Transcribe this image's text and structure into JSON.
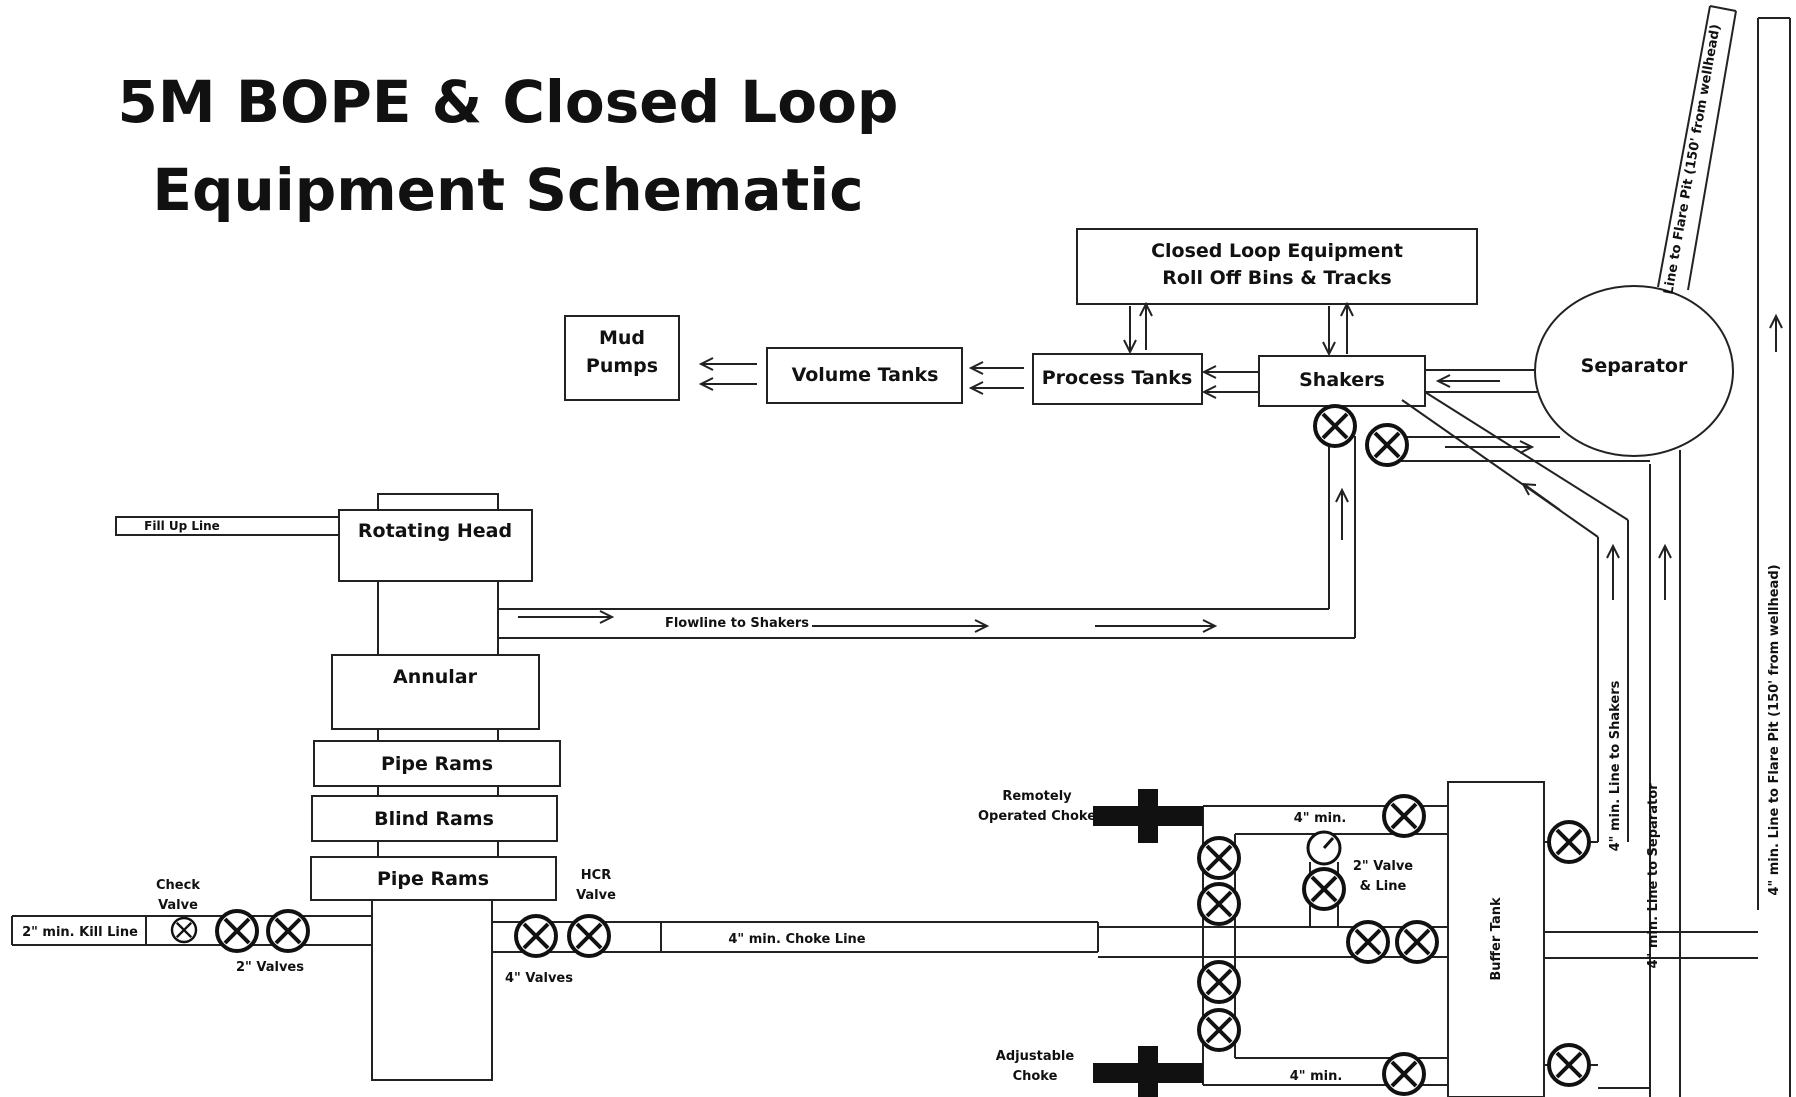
{
  "title": {
    "line1": "5M BOPE & Closed Loop",
    "line2": "Equipment Schematic"
  },
  "equipment": {
    "closed_loop": {
      "line1": "Closed Loop Equipment",
      "line2": "Roll Off Bins & Tracks"
    },
    "mud_pumps": {
      "line1": "Mud",
      "line2": "Pumps"
    },
    "volume_tanks": "Volume Tanks",
    "process_tanks": "Process Tanks",
    "shakers": "Shakers",
    "separator": "Separator",
    "rotating_head": "Rotating Head",
    "annular": "Annular",
    "pipe_rams_upper": "Pipe Rams",
    "blind_rams": "Blind Rams",
    "pipe_rams_lower": "Pipe Rams",
    "buffer_tank": "Buffer Tank"
  },
  "lines": {
    "fill_up_line": "Fill Up Line",
    "flowline": "Flowline to Shakers",
    "kill_line": "2\" min.  Kill Line",
    "choke_line": "4\" min. Choke Line",
    "upper_4min": "4\" min.",
    "lower_4min": "4\" min.",
    "line_to_shakers": "4\" min. Line to Shakers",
    "line_to_separator": "4\" min. Line to Separator",
    "line_to_flare_pit": "4\" min. Line to Flare Pit (150' from wellhead)",
    "separator_to_flare": "Line to Flare Pit (150' from wellhead)"
  },
  "valves": {
    "check_valve": {
      "line1": "Check",
      "line2": "Valve"
    },
    "two_inch_valves": "2\" Valves",
    "hcr_valve": {
      "line1": "HCR",
      "line2": "Valve"
    },
    "four_inch_valves": "4\" Valves",
    "two_inch_valve_line": {
      "line1": "2\" Valve",
      "line2": "& Line"
    },
    "remotely_operated_choke": {
      "line1": "Remotely",
      "line2": "Operated Choke"
    },
    "adjustable_choke": {
      "line1": "Adjustable",
      "line2": "Choke"
    }
  }
}
